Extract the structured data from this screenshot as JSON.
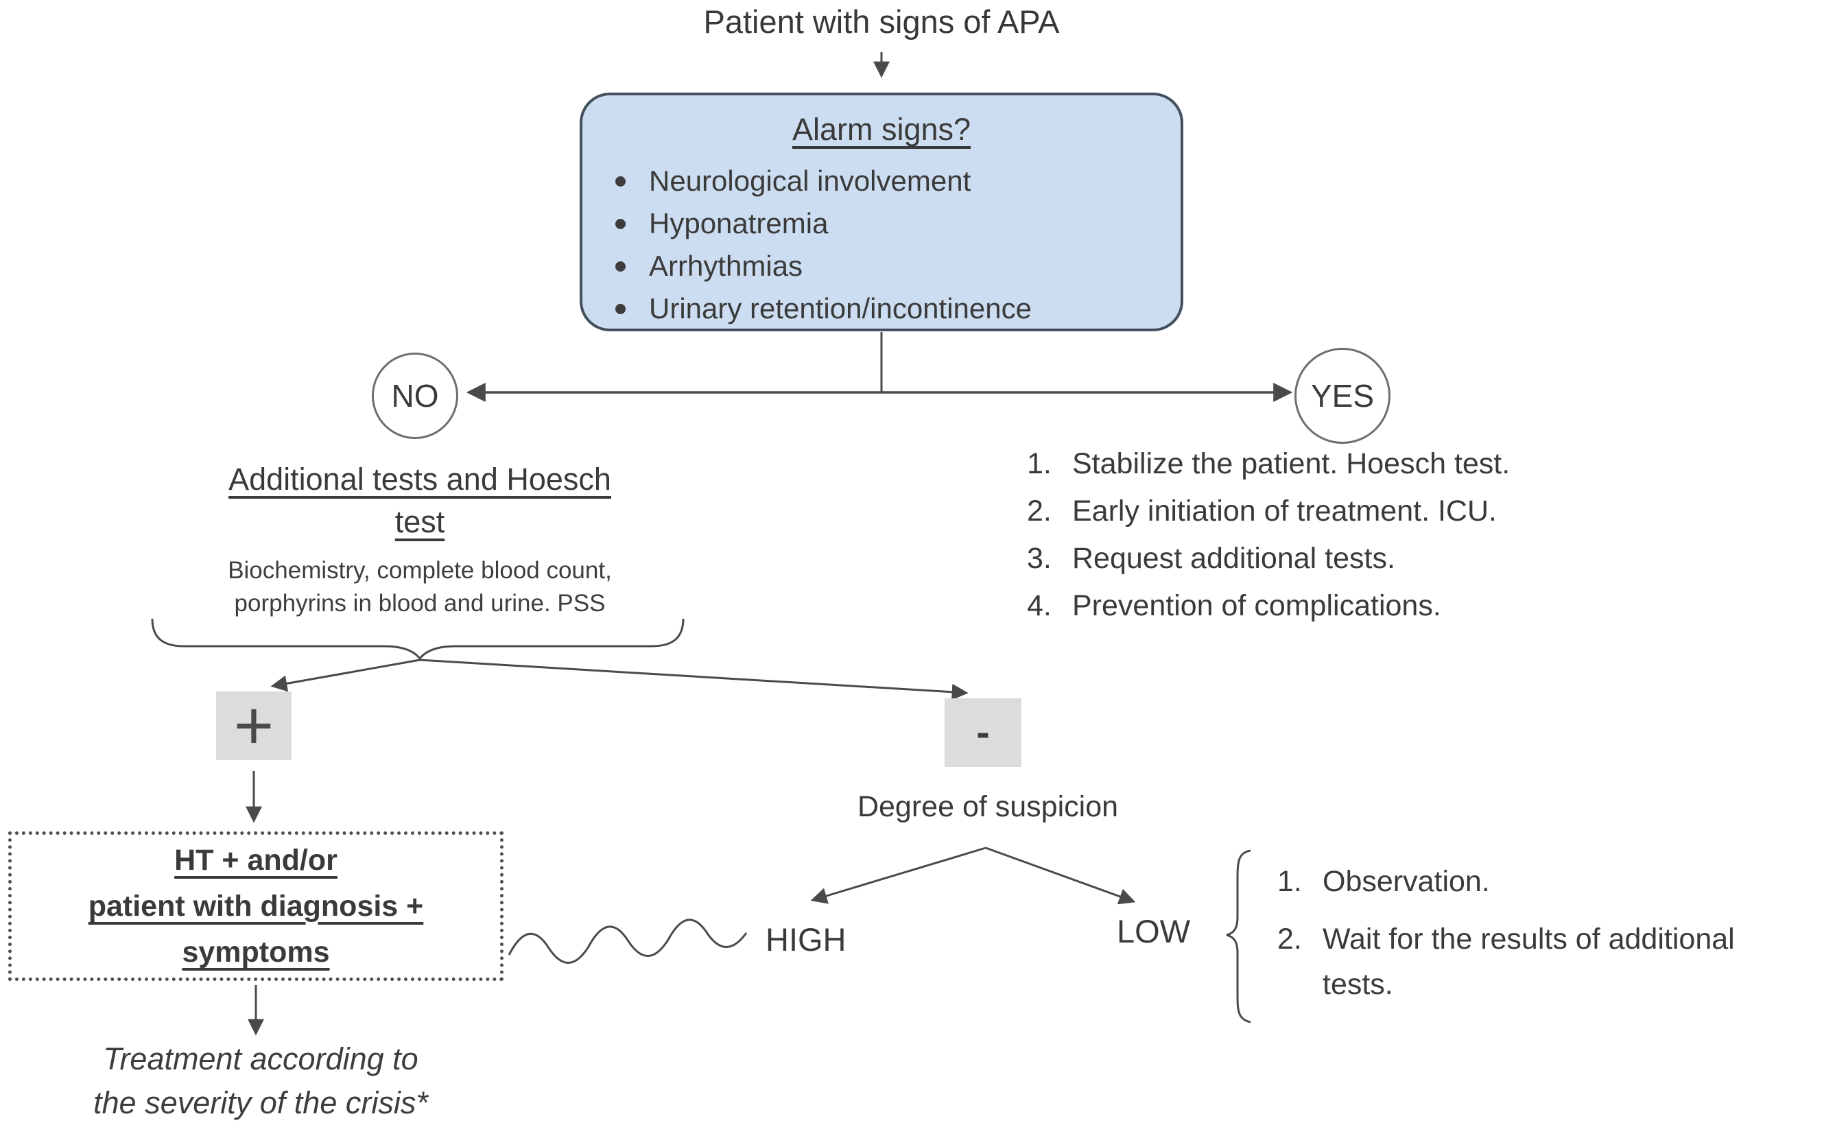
{
  "title": "Patient with signs of APA",
  "alarm_box": {
    "heading": "Alarm signs?",
    "items": [
      "Neurological involvement",
      "Hyponatremia",
      "Arrhythmias",
      "Urinary retention/incontinence"
    ]
  },
  "decision": {
    "no_label": "NO",
    "yes_label": "YES"
  },
  "yes_branch": {
    "steps": [
      {
        "num": "1.",
        "text": "Stabilize the patient. Hoesch test."
      },
      {
        "num": "2.",
        "text": "Early initiation of treatment. ICU."
      },
      {
        "num": "3.",
        "text": "Request additional tests."
      },
      {
        "num": "4.",
        "text": "Prevention of complications."
      }
    ]
  },
  "no_branch": {
    "heading": "Additional tests and Hoesch test",
    "subtext_line1": "Biochemistry, complete blood count,",
    "subtext_line2": "porphyrins in blood and urine. PSS",
    "positive_label": "+",
    "negative_label": "-"
  },
  "positive_path": {
    "box_lines": [
      "HT + and/or",
      "patient with diagnosis +",
      "symptoms"
    ],
    "outcome_line1": "Treatment according to",
    "outcome_line2": "the severity of the crisis*"
  },
  "negative_path": {
    "heading": "Degree of suspicion",
    "high_label": "HIGH",
    "low_label": "LOW",
    "steps": [
      {
        "num": "1.",
        "text": "Observation."
      },
      {
        "num": "2.",
        "text": "Wait for the results of additional tests."
      }
    ]
  },
  "colors": {
    "alarm_box_fill": "#cdddf1",
    "alarm_box_border": "#42505e",
    "result_box_fill": "#dcdcdc",
    "line_color": "#4a4a4a",
    "text_color": "#3b3b3b"
  }
}
